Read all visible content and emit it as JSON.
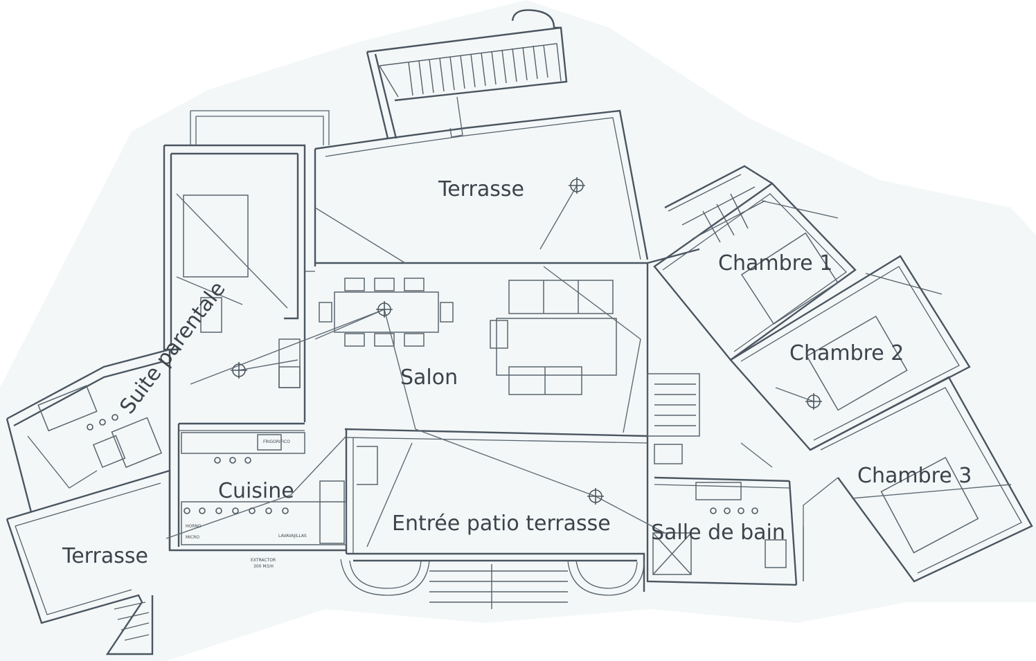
{
  "plan": {
    "rooms": [
      {
        "id": "terrasse-north",
        "label": "Terrasse"
      },
      {
        "id": "chambre-1",
        "label": "Chambre 1"
      },
      {
        "id": "chambre-2",
        "label": "Chambre 2"
      },
      {
        "id": "chambre-3",
        "label": "Chambre 3"
      },
      {
        "id": "salon",
        "label": "Salon"
      },
      {
        "id": "suite-parentale",
        "label": "Suite parentale"
      },
      {
        "id": "cuisine",
        "label": "Cuisine"
      },
      {
        "id": "entree",
        "label": "Entrée patio terrasse"
      },
      {
        "id": "salle-de-bain",
        "label": "Salle de bain"
      },
      {
        "id": "terrasse-west",
        "label": "Terrasse"
      }
    ],
    "annotations": {
      "frigorifico": "FRIGORIFICO",
      "horno": "HORNO",
      "micro": "MICRO",
      "lavavajillas": "LAVAVAJILLAS",
      "extractor": "EXTRACTOR",
      "extractor_rate": "300 M3/H"
    },
    "colors": {
      "background": "#ffffff",
      "paper_tint": "#f3f7f7",
      "line": "#4a5560",
      "label": "#3c434b"
    }
  }
}
